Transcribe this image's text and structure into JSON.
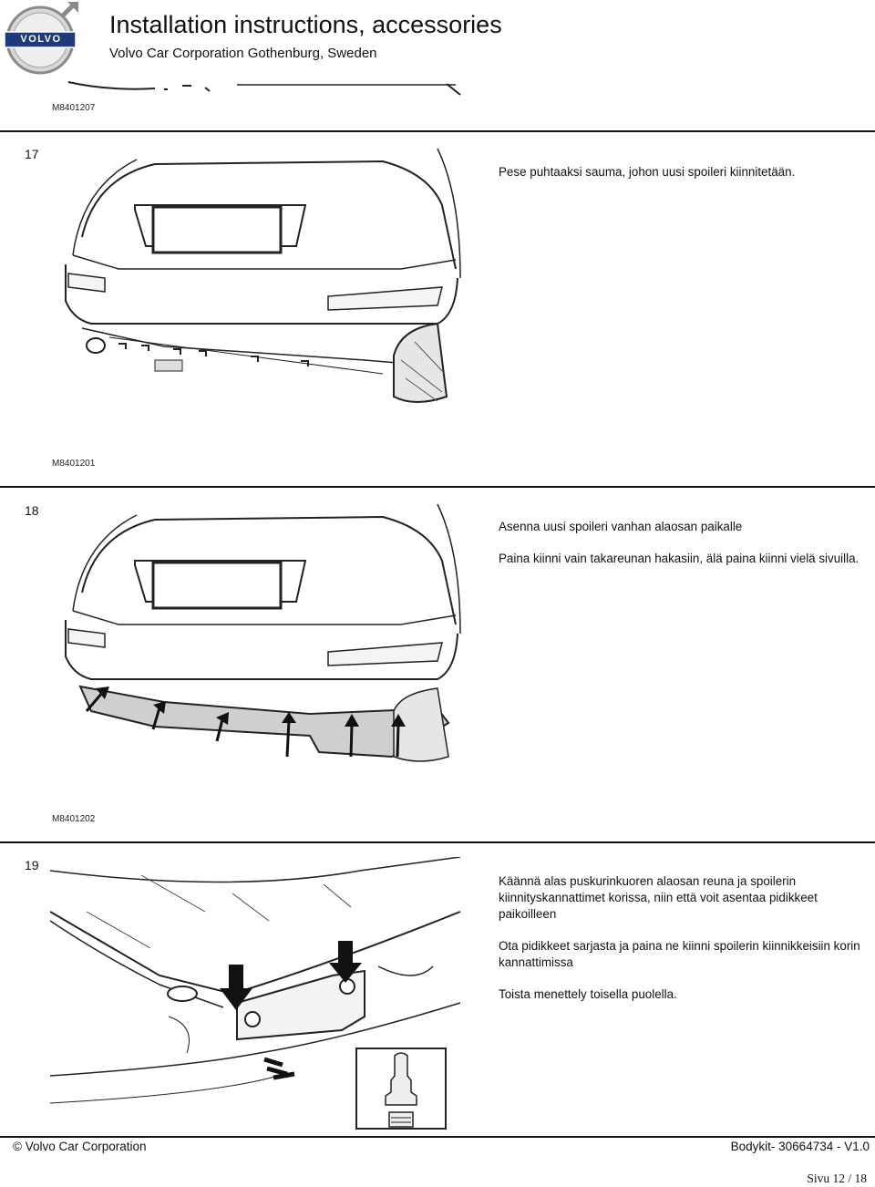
{
  "header": {
    "title": "Installation instructions, accessories",
    "subtitle": "Volvo Car Corporation Gothenburg, Sweden",
    "logo_text": "VOLVO"
  },
  "figures": {
    "ref_top": "M8401207",
    "ref_17": "M8401201",
    "ref_18": "M8401202"
  },
  "steps": [
    {
      "number": "17",
      "paragraphs": [
        "Pese puhtaaksi sauma, johon uusi spoileri kiinnitetään."
      ]
    },
    {
      "number": "18",
      "paragraphs": [
        "Asenna uusi spoileri vanhan alaosan paikalle",
        "Paina kiinni vain takareunan hakasiin, älä paina kiinni vielä sivuilla."
      ]
    },
    {
      "number": "19",
      "paragraphs": [
        "Käännä alas puskurinkuoren alaosan reuna ja spoilerin kiinnityskannattimet korissa, niin että voit asentaa pidikkeet paikoilleen",
        "Ota pidikkeet sarjasta ja paina ne kiinni spoilerin kiinnikkeisiin korin kannattimissa",
        "Toista menettely toisella puolella."
      ]
    }
  ],
  "footer": {
    "copyright": "© Volvo Car Corporation",
    "doc_id": "Bodykit- 30664734 - V1.0",
    "page": "Sivu 12 / 18"
  }
}
